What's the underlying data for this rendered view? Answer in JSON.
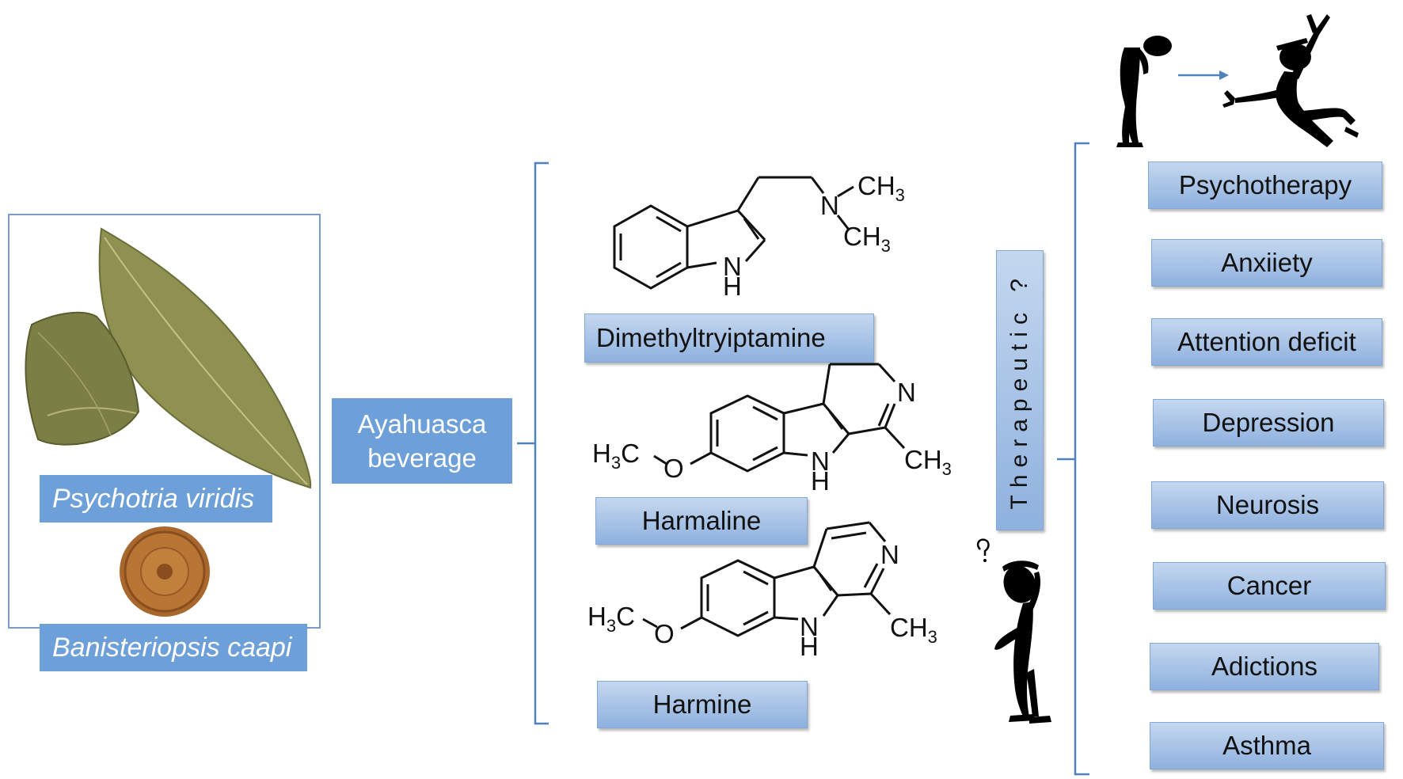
{
  "plants": {
    "species_1": "Psychotria viridis",
    "species_2": "Banisteriopsis caapi"
  },
  "beverage": {
    "line1": "Ayahuasca",
    "line2": "beverage"
  },
  "compounds": [
    "Dimethyltryiptamine",
    "Harmaline",
    "Harmine"
  ],
  "structure_labels": {
    "dmt_n_nme": "N",
    "dmt_ch": "CH",
    "dmt_ch_sub": "3",
    "dmt_ch2": "CH",
    "dmt_ch2_sub": "3",
    "nh_n": "N",
    "nh_h": "H",
    "h3c_h": "H",
    "h3c_sub": "3",
    "h3c_c": "C",
    "o": "O",
    "ring_n": "N",
    "methyl_ch": "CH",
    "methyl_sub": "3"
  },
  "therapeutic_label": "Therapeutic ?",
  "conditions": [
    "Psychotherapy",
    "Anxiiety",
    "Attention deficit",
    "Depression",
    "Neurosis",
    "Cancer",
    "Adictions",
    "Asthma"
  ],
  "colors": {
    "box_fill": "#a7c2e6",
    "solid_fill": "#6d9fd8",
    "bracket": "#4f81bd",
    "arrow": "#4f81bd"
  },
  "icons": [
    "dry-leaves-photo",
    "bark-disk-photo",
    "sad-person-icon",
    "happy-person-icon",
    "thinking-person-icon",
    "arrow-right-icon"
  ]
}
